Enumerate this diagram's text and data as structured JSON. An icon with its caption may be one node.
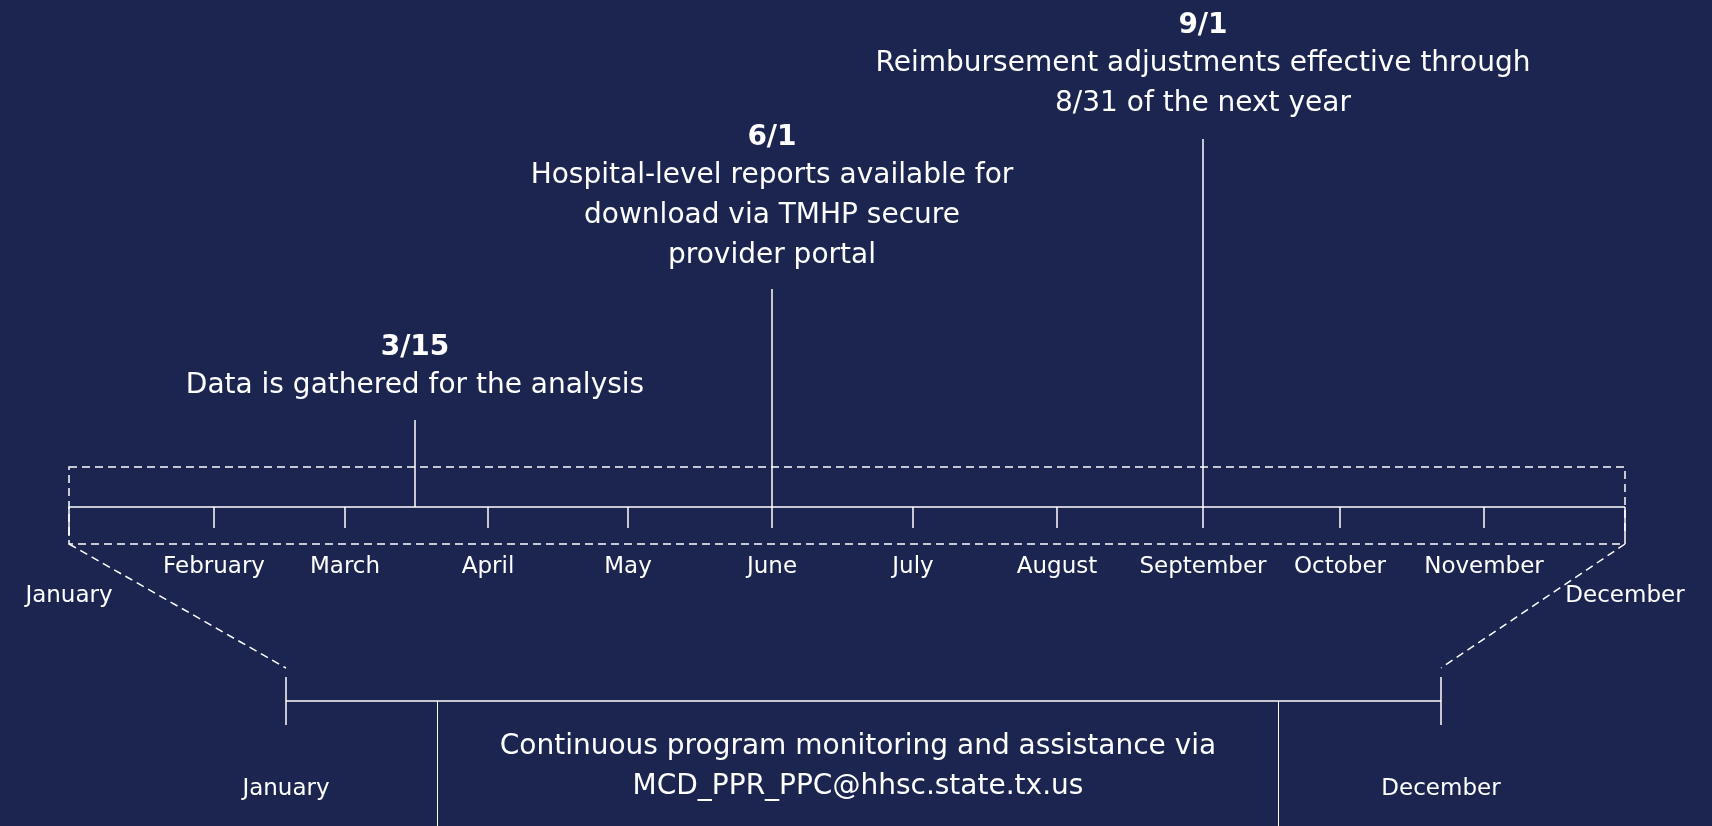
{
  "diagram": {
    "nodes": [
      {
        "text": [
          "3/15",
          "Data is gathered for the analysis"
        ]
      },
      {
        "text": [
          "6/1",
          "Hospital-level reports available for download via TMHP secure provider portal"
        ]
      },
      {
        "text": [
          "9/1",
          "Reimbursement adjustments effective through 8/31 of the next year"
        ]
      },
      {
        "text": [
          "Continuous program monitoring and assistance via MCD_PPR_PPC@hhsc.state.tx.us"
        ]
      }
    ],
    "edges": [
      {
        "from": 0,
        "to": null,
        "arrow": "none"
      },
      {
        "from": 1,
        "to": null,
        "arrow": "none"
      },
      {
        "from": 2,
        "to": null,
        "arrow": "none"
      }
    ],
    "labels": [
      "January",
      "February",
      "March",
      "April",
      "May",
      "June",
      "July",
      "August",
      "September",
      "October",
      "November",
      "December",
      "January",
      "December"
    ]
  }
}
